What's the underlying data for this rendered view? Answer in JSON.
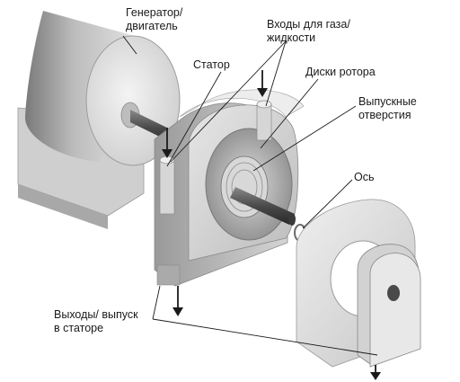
{
  "labels": {
    "generator_line1": "Генератор/",
    "generator_line2": "двигатель",
    "inlets_line1": "Входы для газа/",
    "inlets_line2": "жидкости",
    "stator": "Статор",
    "rotor_discs": "Диски ротора",
    "exhaust_line1": "Выпускные",
    "exhaust_line2": "отверстия",
    "axle": "Ось",
    "outlets_line1": "Выходы/ выпуск",
    "outlets_line2": "в статоре"
  }
}
